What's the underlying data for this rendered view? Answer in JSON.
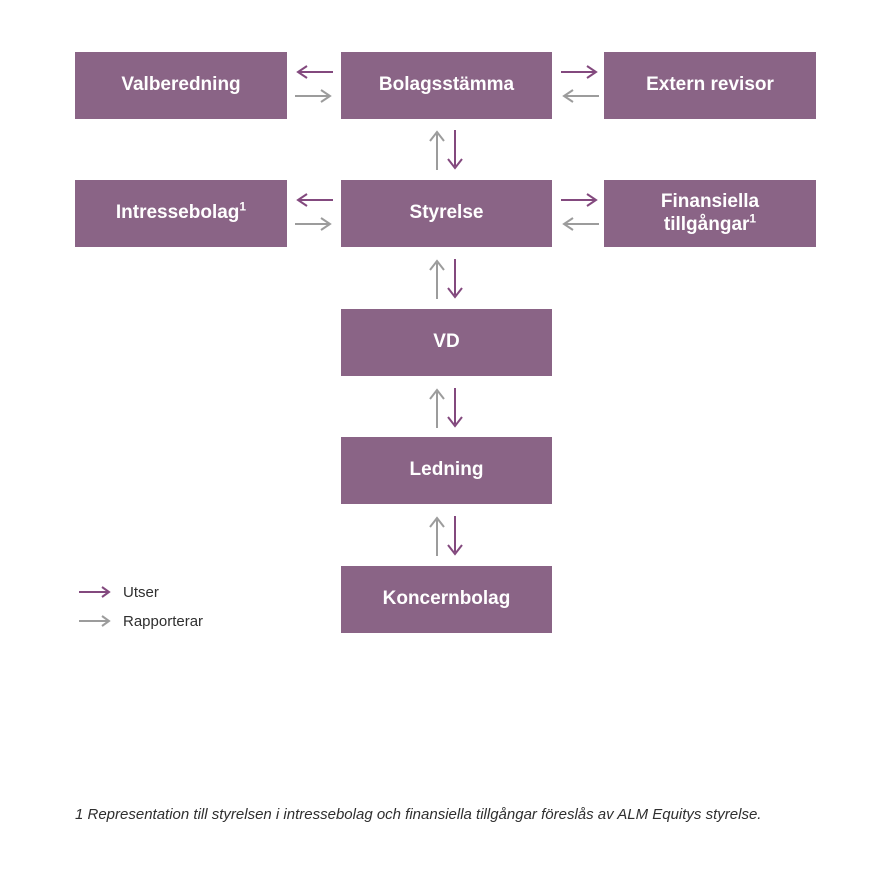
{
  "colors": {
    "box_fill": "#8a6486",
    "box_text": "#ffffff",
    "appoints_arrow": "#83497e",
    "reports_arrow": "#9c9c9c",
    "body_text": "#2f2f2f",
    "background": "#ffffff"
  },
  "boxes": {
    "valberedning": {
      "label": "Valberedning"
    },
    "bolagsstamma": {
      "label": "Bolagsstämma"
    },
    "extern_revisor": {
      "label": "Extern revisor"
    },
    "intressebolag": {
      "label": "Intressebolag",
      "sup": "1"
    },
    "styrelse": {
      "label": "Styrelse"
    },
    "finansiella_tillgangar": {
      "line1": "Finansiella",
      "line2": "tillgångar",
      "sup": "1"
    },
    "vd": {
      "label": "VD"
    },
    "ledning": {
      "label": "Ledning"
    },
    "koncernbolag": {
      "label": "Koncernbolag"
    }
  },
  "legend": {
    "items": [
      {
        "label": "Utser",
        "arrow": "appoints-arrow"
      },
      {
        "label": "Rapporterar",
        "arrow": "reports-arrow"
      }
    ]
  },
  "relations": [
    {
      "from": "Bolagsstämma",
      "to": "Valberedning",
      "type": "utser"
    },
    {
      "from": "Valberedning",
      "to": "Bolagsstämma",
      "type": "rapporterar"
    },
    {
      "from": "Bolagsstämma",
      "to": "Extern revisor",
      "type": "utser"
    },
    {
      "from": "Extern revisor",
      "to": "Bolagsstämma",
      "type": "rapporterar"
    },
    {
      "from": "Bolagsstämma",
      "to": "Styrelse",
      "type": "utser"
    },
    {
      "from": "Styrelse",
      "to": "Bolagsstämma",
      "type": "rapporterar"
    },
    {
      "from": "Styrelse",
      "to": "Intressebolag",
      "type": "utser"
    },
    {
      "from": "Intressebolag",
      "to": "Styrelse",
      "type": "rapporterar"
    },
    {
      "from": "Styrelse",
      "to": "Finansiella tillgångar",
      "type": "utser"
    },
    {
      "from": "Finansiella tillgångar",
      "to": "Styrelse",
      "type": "rapporterar"
    },
    {
      "from": "Styrelse",
      "to": "VD",
      "type": "utser"
    },
    {
      "from": "VD",
      "to": "Styrelse",
      "type": "rapporterar"
    },
    {
      "from": "VD",
      "to": "Ledning",
      "type": "utser"
    },
    {
      "from": "Ledning",
      "to": "VD",
      "type": "rapporterar"
    },
    {
      "from": "Ledning",
      "to": "Koncernbolag",
      "type": "utser"
    },
    {
      "from": "Koncernbolag",
      "to": "Ledning",
      "type": "rapporterar"
    }
  ],
  "footnote": "1 Representation till styrelsen i intressebolag och finansiella tillgångar föreslås av ALM Equitys styrelse."
}
